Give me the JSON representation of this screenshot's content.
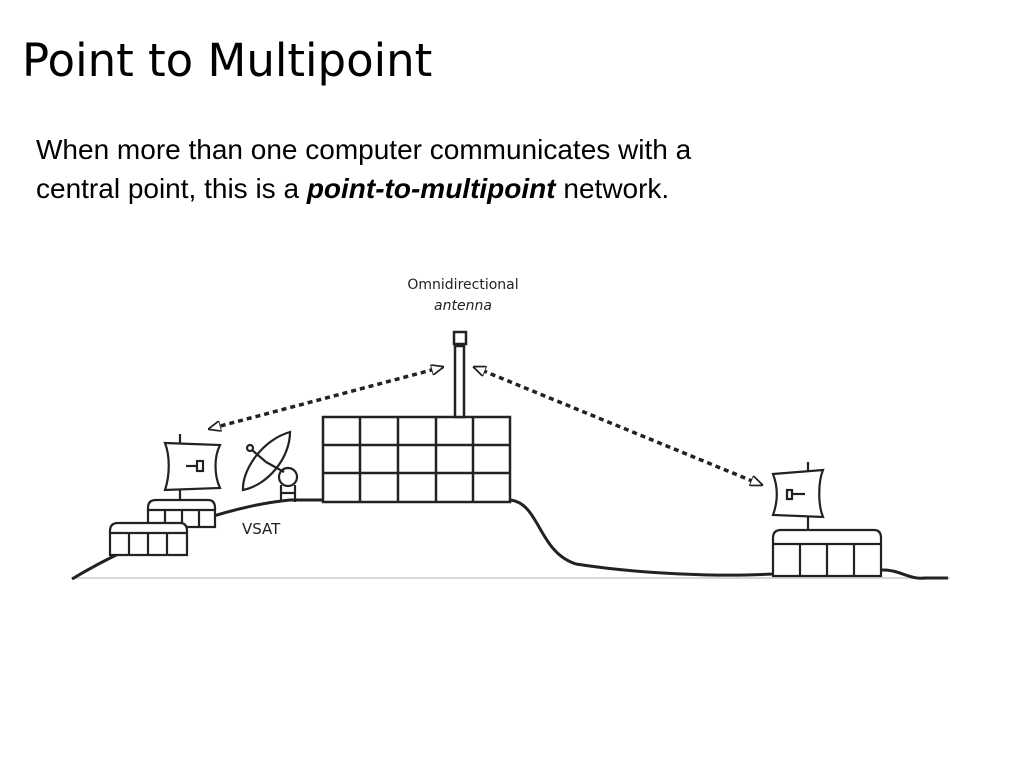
{
  "title": "Point to Multipoint",
  "description": {
    "line1": "When more than one computer communicates with a",
    "line2_prefix": "central point, this is a ",
    "term": "point-to-multipoint",
    "line2_suffix": " network."
  },
  "diagram": {
    "antenna_label_line1": "Omnidirectional",
    "antenna_label_line2": "antenna",
    "vsat_label": "VSAT"
  },
  "colors": {
    "text": "#000000",
    "line": "#222222",
    "ground_line": "#cccccc"
  }
}
